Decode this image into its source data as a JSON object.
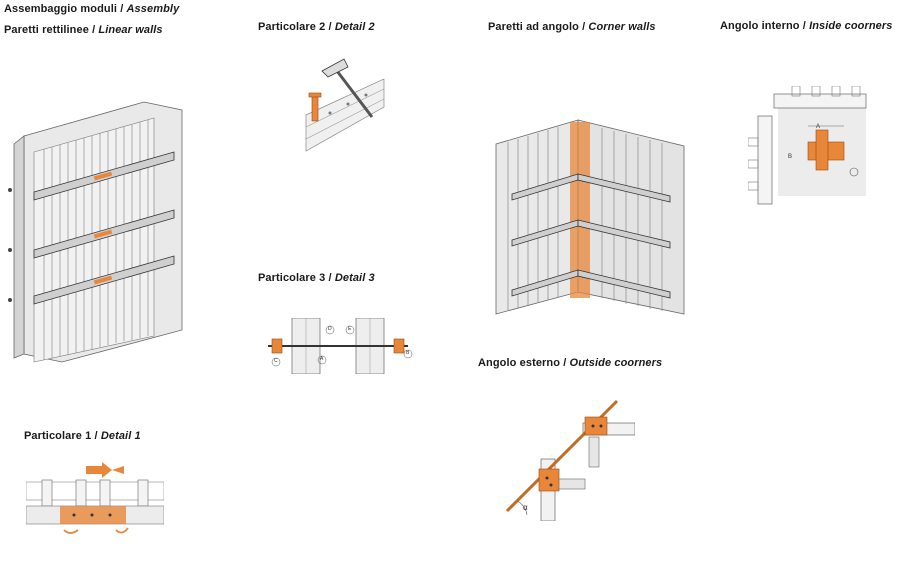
{
  "title": {
    "it": "Assembaggio moduli",
    "sep": " / ",
    "en": "Assembly"
  },
  "sections": {
    "linear": {
      "it": "Paretti rettilinee",
      "sep": " / ",
      "en": "Linear walls"
    },
    "detail2": {
      "it": "Particolare 2",
      "sep": " / ",
      "en": "Detail 2"
    },
    "corner": {
      "it": "Paretti ad angolo",
      "sep": " / ",
      "en": "Corner walls"
    },
    "inside": {
      "it": "Angolo interno",
      "sep": " / ",
      "en": "Inside coorners"
    },
    "detail3": {
      "it": "Particolare 3",
      "sep": " / ",
      "en": "Detail 3"
    },
    "outside": {
      "it": "Angolo esterno",
      "sep": " / ",
      "en": "Outside coorners"
    },
    "detail1": {
      "it": "Particolare 1",
      "sep": " / ",
      "en": "Detail 1"
    }
  },
  "callouts": {
    "a": "A",
    "b": "B",
    "c": "C",
    "d": "D",
    "e": "E",
    "alpha": "α"
  },
  "colors": {
    "accent": "#e8873a",
    "line": "#555555",
    "panel": "#e6e6e6"
  }
}
